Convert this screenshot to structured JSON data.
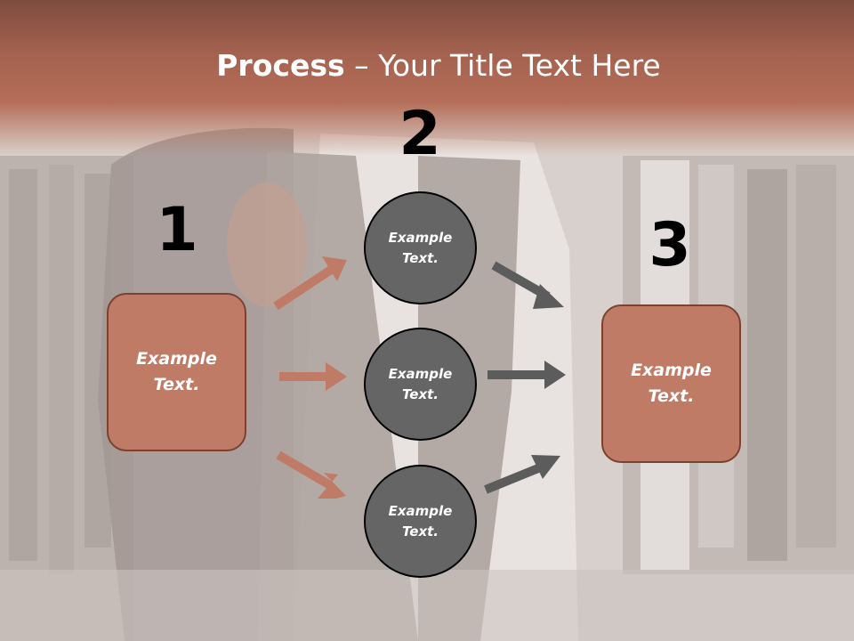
{
  "title": {
    "bold": "Process",
    "rest": " – Your Title Text Here"
  },
  "steps": [
    {
      "number": "1",
      "label": "Example Text."
    },
    {
      "number": "2"
    },
    {
      "number": "3",
      "label": "Example Text."
    }
  ],
  "circles": [
    {
      "label": "Example Text."
    },
    {
      "label": "Example Text."
    },
    {
      "label": "Example Text."
    }
  ],
  "colors": {
    "title_band": "#b56e59",
    "box_fill": "#c07b66",
    "box_border": "#7b4231",
    "circle_fill": "#656565",
    "arrow_in": "#c07b66",
    "arrow_out": "#5c5c5c"
  }
}
